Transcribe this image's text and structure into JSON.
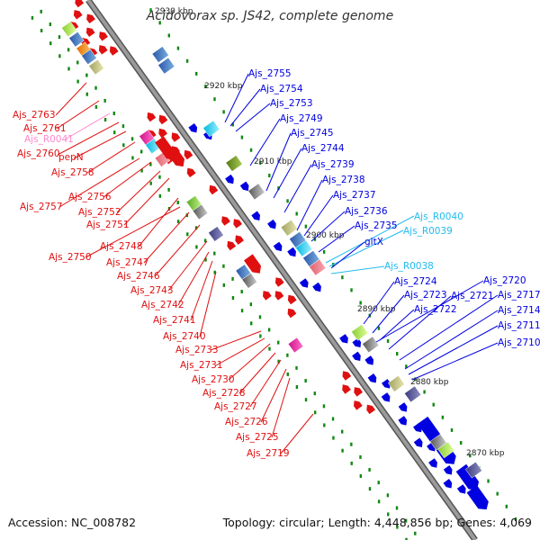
{
  "title": "Acidovorax sp. JS42, complete genome",
  "footer": {
    "accession": "Accession: NC_008782",
    "summary": "Topology: circular; Length: 4,448,856 bp; Genes: 4,069"
  },
  "ticks": [
    "2930 kbp",
    "2920 kbp",
    "2910 kbp",
    "2900 kbp",
    "2890 kbp",
    "2880 kbp",
    "2870 kbp"
  ],
  "labels_left": [
    {
      "text": "Ajs_2763",
      "color": "red"
    },
    {
      "text": "Ajs_2761",
      "color": "red"
    },
    {
      "text": "Ajs_R0041",
      "color": "pink"
    },
    {
      "text": "Ajs_2760",
      "color": "red"
    },
    {
      "text": "pepN",
      "color": "red"
    },
    {
      "text": "Ajs_2758",
      "color": "red"
    },
    {
      "text": "Ajs_2756",
      "color": "red"
    },
    {
      "text": "Ajs_2757",
      "color": "red"
    },
    {
      "text": "Ajs_2752",
      "color": "red"
    },
    {
      "text": "Ajs_2751",
      "color": "red"
    },
    {
      "text": "Ajs_2748",
      "color": "red"
    },
    {
      "text": "Ajs_2750",
      "color": "red"
    },
    {
      "text": "Ajs_2747",
      "color": "red"
    },
    {
      "text": "Ajs_2746",
      "color": "red"
    },
    {
      "text": "Ajs_2743",
      "color": "red"
    },
    {
      "text": "Ajs_2742",
      "color": "red"
    },
    {
      "text": "Ajs_2741",
      "color": "red"
    },
    {
      "text": "Ajs_2740",
      "color": "red"
    },
    {
      "text": "Ajs_2733",
      "color": "red"
    },
    {
      "text": "Ajs_2731",
      "color": "red"
    },
    {
      "text": "Ajs_2730",
      "color": "red"
    },
    {
      "text": "Ajs_2728",
      "color": "red"
    },
    {
      "text": "Ajs_2727",
      "color": "red"
    },
    {
      "text": "Ajs_2726",
      "color": "red"
    },
    {
      "text": "Ajs_2725",
      "color": "red"
    },
    {
      "text": "Ajs_2719",
      "color": "red"
    }
  ],
  "labels_right": [
    {
      "text": "Ajs_2755",
      "color": "blue"
    },
    {
      "text": "Ajs_2754",
      "color": "blue"
    },
    {
      "text": "Ajs_2753",
      "color": "blue"
    },
    {
      "text": "Ajs_2749",
      "color": "blue"
    },
    {
      "text": "Ajs_2745",
      "color": "blue"
    },
    {
      "text": "Ajs_2744",
      "color": "blue"
    },
    {
      "text": "Ajs_2739",
      "color": "blue"
    },
    {
      "text": "Ajs_2738",
      "color": "blue"
    },
    {
      "text": "Ajs_2737",
      "color": "blue"
    },
    {
      "text": "Ajs_2736",
      "color": "blue"
    },
    {
      "text": "Ajs_2735",
      "color": "blue"
    },
    {
      "text": "Ajs_R0040",
      "color": "cyan"
    },
    {
      "text": "Ajs_R0039",
      "color": "cyan"
    },
    {
      "text": "gltX",
      "color": "blue"
    },
    {
      "text": "Ajs_R0038",
      "color": "cyan"
    },
    {
      "text": "Ajs_2724",
      "color": "blue"
    },
    {
      "text": "Ajs_2720",
      "color": "blue"
    },
    {
      "text": "Ajs_2723",
      "color": "blue"
    },
    {
      "text": "Ajs_2721",
      "color": "blue"
    },
    {
      "text": "Ajs_2717",
      "color": "blue"
    },
    {
      "text": "Ajs_2722",
      "color": "blue"
    },
    {
      "text": "Ajs_2714",
      "color": "blue"
    },
    {
      "text": "Ajs_2711",
      "color": "blue"
    },
    {
      "text": "Ajs_2710",
      "color": "blue"
    }
  ],
  "colors": {
    "red": "#e01010",
    "pink": "#ff88cc",
    "blue": "#0000e0",
    "cyan": "#22bbee",
    "backbone": "#999999",
    "backbone_edge": "#555555",
    "dots": "#118811"
  }
}
